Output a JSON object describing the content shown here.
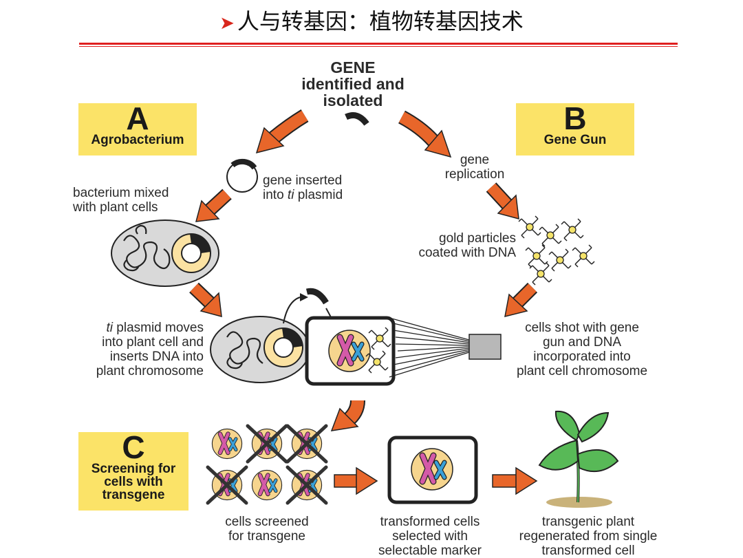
{
  "slide": {
    "title_marker": "➤",
    "title": "人与转基因：植物转基因技术"
  },
  "diagram": {
    "gene": {
      "line1": "GENE",
      "line2": "identified and",
      "line3": "isolated"
    },
    "box_a": {
      "letter": "A",
      "label": "Agrobacterium"
    },
    "box_b": {
      "letter": "B",
      "label": "Gene Gun"
    },
    "box_c": {
      "letter": "C",
      "line1": "Screening for",
      "line2": "cells with",
      "line3": "transgene"
    },
    "labels": {
      "gene_inserted_1": "gene inserted",
      "gene_inserted_2a": "into ",
      "gene_inserted_2b": "ti",
      "gene_inserted_2c": " plasmid",
      "bacterium_1": "bacterium mixed",
      "bacterium_2": "with plant cells",
      "replication_1": "gene",
      "replication_2": "replication",
      "gold_1": "gold particles",
      "gold_2": "coated with DNA",
      "ti_1a": "ti",
      "ti_1b": " plasmid moves",
      "ti_2": "into plant cell and",
      "ti_3": "inserts DNA into",
      "ti_4": "plant chromosome",
      "shot_1": "cells shot with gene",
      "shot_2": "gun and DNA",
      "shot_3": "incorporated into",
      "shot_4": "plant cell chromosome",
      "screened_1": "cells screened",
      "screened_2": "for transgene",
      "transformed_1": "transformed cells",
      "transformed_2": "selected with",
      "transformed_3": "selectable marker",
      "plant_1": "transgenic plant",
      "plant_2": "regenerated from single",
      "plant_3": "transformed cell"
    },
    "colors": {
      "arrow": "#e8662a",
      "box": "#fbe368",
      "cell_gray": "#d9d9d9",
      "plasmid_fill": "#fbe2a2",
      "nucleus": "#f6d58e",
      "chromosome_pink": "#d45aa8",
      "chromosome_blue": "#3aa0d8",
      "leaf": "#58b957",
      "title_rule": "#e02020"
    }
  }
}
